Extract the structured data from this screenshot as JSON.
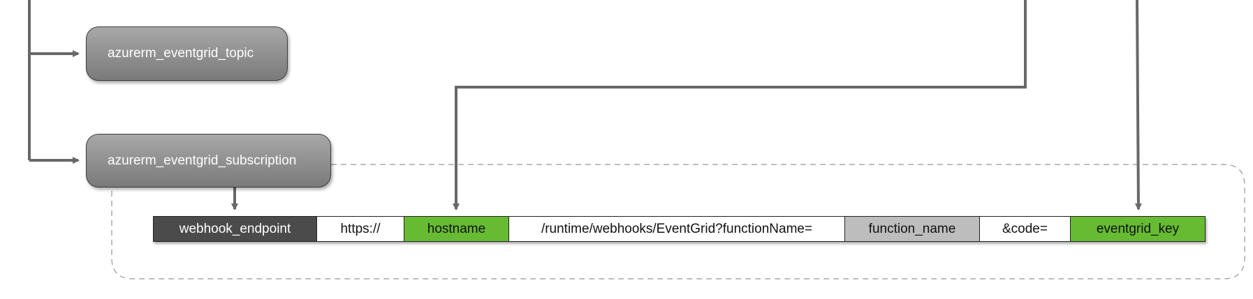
{
  "colors": {
    "wire": "#686868",
    "dashed_group": "#a9a9a9",
    "segment_dark": "#4b4b4b",
    "segment_green": "#66bb33",
    "segment_gray": "#bdbdbd",
    "segment_white": "#ffffff"
  },
  "nodes": {
    "topic": "azurerm_eventgrid_topic",
    "subscription": "azurerm_eventgrid_subscription"
  },
  "url_segments": [
    {
      "text": "webhook_endpoint",
      "color": "#4b4b4b",
      "text_color": "#ffffff"
    },
    {
      "text": "https://",
      "color": "#ffffff",
      "text_color": "#111111"
    },
    {
      "text": "hostname",
      "color": "#66bb33",
      "text_color": "#111111"
    },
    {
      "text": "/runtime/webhooks/EventGrid?functionName=",
      "color": "#ffffff",
      "text_color": "#111111"
    },
    {
      "text": "function_name",
      "color": "#bdbdbd",
      "text_color": "#111111"
    },
    {
      "text": "&code=",
      "color": "#ffffff",
      "text_color": "#111111"
    },
    {
      "text": "eventgrid_key",
      "color": "#66bb33",
      "text_color": "#111111"
    }
  ]
}
